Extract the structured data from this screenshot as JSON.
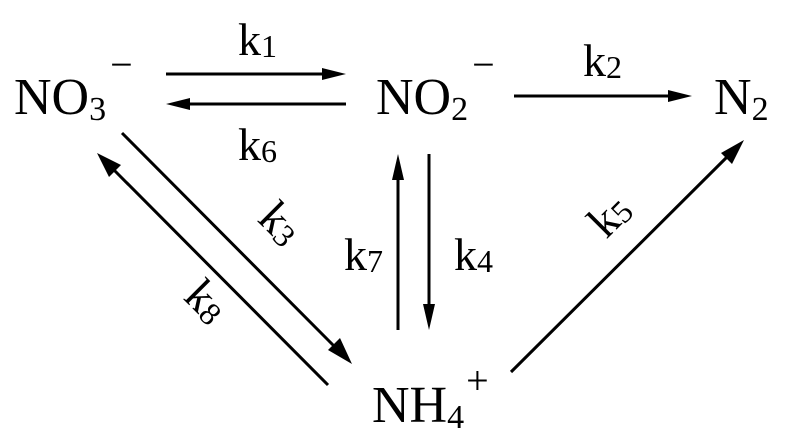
{
  "species": {
    "nitrate": {
      "base": "NO",
      "sub": "3",
      "sup": "−"
    },
    "nitrite": {
      "base": "NO",
      "sub": "2",
      "sup": "−"
    },
    "nitrogen": {
      "base": "N",
      "sub": "2",
      "sup": ""
    },
    "ammonium": {
      "base": "NH",
      "sub": "4",
      "sup": "+"
    }
  },
  "rates": {
    "k1": {
      "letter": "k",
      "index": "1"
    },
    "k2": {
      "letter": "k",
      "index": "2"
    },
    "k3": {
      "letter": "k",
      "index": "3"
    },
    "k4": {
      "letter": "k",
      "index": "4"
    },
    "k5": {
      "letter": "k",
      "index": "5"
    },
    "k6": {
      "letter": "k",
      "index": "6"
    },
    "k7": {
      "letter": "k",
      "index": "7"
    },
    "k8": {
      "letter": "k",
      "index": "8"
    }
  }
}
